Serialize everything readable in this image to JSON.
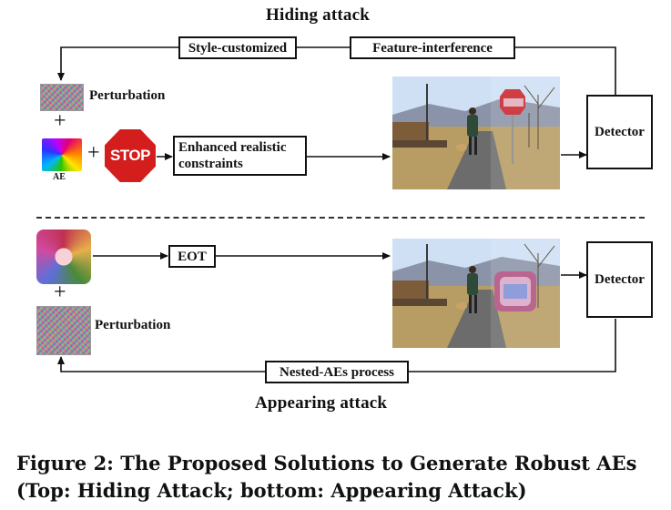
{
  "top_section": {
    "title": "Hiding attack",
    "box_style": "Style-customized",
    "box_feature": "Feature-interference",
    "perturbation_label": "Perturbation",
    "plus": "+",
    "ae_label": "AE",
    "stop_text": "STOP",
    "box_constraints_line1": "Enhanced realistic",
    "box_constraints_line2": "constraints",
    "detector": "Detector"
  },
  "bottom_section": {
    "title": "Appearing attack",
    "box_eot": "EOT",
    "plus": "+",
    "perturbation_label": "Perturbation",
    "detector": "Detector",
    "box_nested": "Nested-AEs process"
  },
  "caption": {
    "line1": "Figure 2: The Proposed Solutions to Generate Robust AEs",
    "line2": "(Top: Hiding Attack; bottom: Appearing Attack)"
  },
  "colors": {
    "stop_red": "#d41d1d",
    "line": "#111111"
  }
}
